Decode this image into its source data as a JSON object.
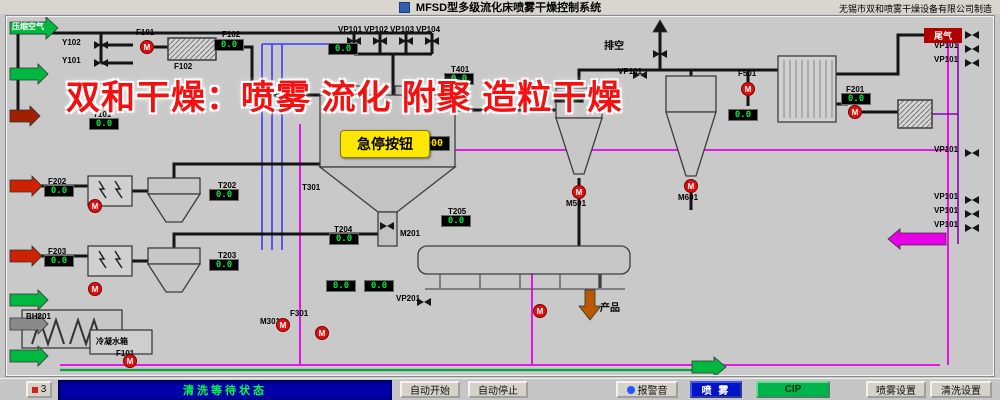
{
  "titlebar": {
    "title": "MFSD型多级流化床喷雾干燥控制系统",
    "manufacturer": "无锡市双和喷雾干燥设备有限公司制造"
  },
  "watermark": "双和干燥：喷雾 流化 附聚 造粒干燥",
  "tower": {
    "estop_label": "急停按钮",
    "pressure": "-2000"
  },
  "displays": {
    "zero": "0.0"
  },
  "icons": {
    "pump_label": "M"
  },
  "tags": {
    "vp101": "VP101",
    "vp102": "VP102",
    "vp103": "VP103",
    "vp104": "VP104",
    "vp201": "VP201",
    "f101": "F101",
    "f102": "F102",
    "f201": "F201",
    "f202": "F202",
    "f203": "F203",
    "f301": "F301",
    "f501": "F501",
    "t101": "T101",
    "t202": "T202",
    "t203": "T203",
    "t204": "T204",
    "t205": "T205",
    "t301": "T301",
    "t401": "T401",
    "y101": "Y101",
    "y102": "Y102",
    "m201": "M201",
    "m301": "M301",
    "m501": "M501",
    "m601": "M601",
    "bh201": "BH201"
  },
  "streams": {
    "compressed_air": "压缩空气",
    "vent": "排空",
    "tail_gas": "尾气",
    "product": "产品",
    "condensate_tank": "冷凝水箱"
  },
  "statusbar": {
    "counter": "3",
    "status": "清洗等待状态"
  },
  "buttons": {
    "auto_start": "自动开始",
    "auto_stop": "自动停止",
    "alarm": "报警音",
    "spray": "喷 雾",
    "cip": "CIP",
    "spray_settings": "喷雾设置",
    "clean_settings": "清洗设置"
  }
}
